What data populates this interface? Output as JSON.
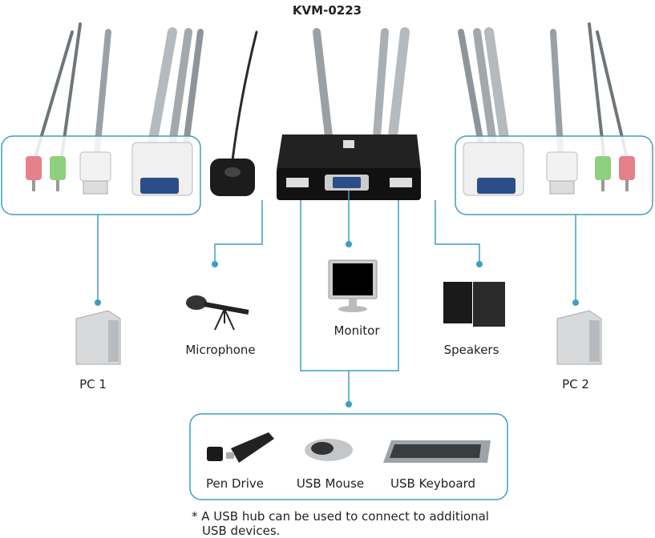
{
  "title": "KVM-0223",
  "labels": {
    "pc1": "PC 1",
    "pc2": "PC 2",
    "microphone": "Microphone",
    "monitor": "Monitor",
    "speakers": "Speakers",
    "pen_drive": "Pen Drive",
    "usb_mouse": "USB Mouse",
    "usb_keyboard": "USB Keyboard"
  },
  "footnote": {
    "line1": "* A USB hub can be used to connect to additional",
    "line2": "USB devices."
  },
  "colors": {
    "connector_line": "#3d9fc2",
    "device": "#1c1c1c",
    "cable": "#8e959a"
  }
}
